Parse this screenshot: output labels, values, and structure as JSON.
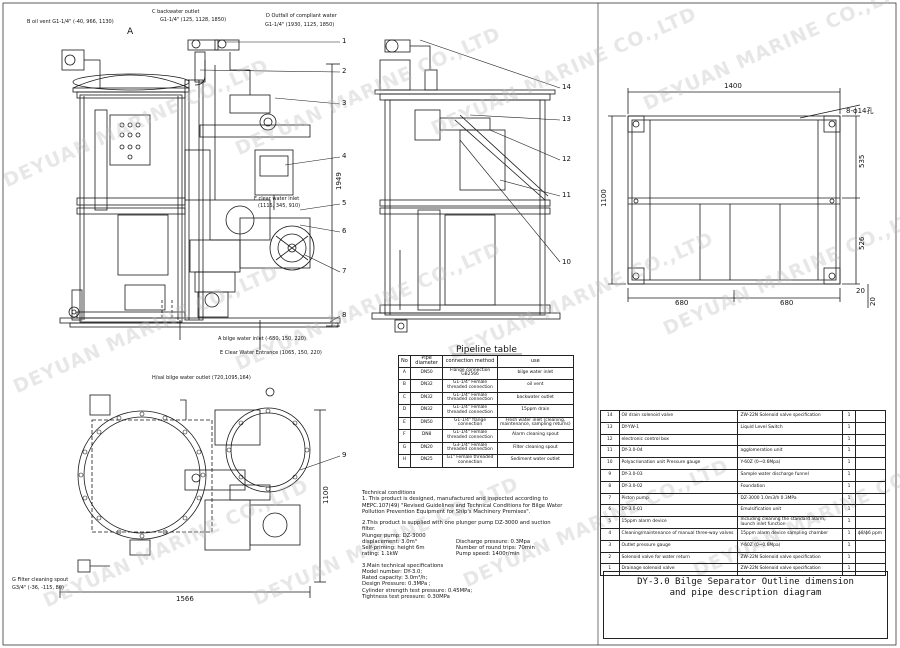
{
  "connections": {
    "b": "B oil vent G1-1/4\" (-40, 966, 1130)",
    "c_title": "C backwater outlet",
    "c_coord": "G1-1/4\" (125, 1128, 1850)",
    "d_title": "D Outfall of compliant water",
    "d_coord": "G1-1/4\" (1930, 1125, 1850)",
    "f": "F clear water inlet",
    "f_coord": "(1115, 345, 910)",
    "a": "A bilge water inlet (-680, 150, 220)",
    "e": "E Clear Water Entrance (1065, 150, 220)",
    "h": "H/sal bilge water outlet (720,1095,164)",
    "g_title": "G Filter cleaning spout",
    "g_coord": "G3/4\" (-36, -115, 80)"
  },
  "dimensions": {
    "height_front": "1949",
    "width_top": "1566",
    "depth_top": "1100",
    "base_width": "1400",
    "base_depth": "1100",
    "hole": "8-ϕ14孔",
    "upper": "535",
    "lower": "526",
    "left_half": "680",
    "right_half": "680",
    "base_h1": "20",
    "base_h2": "20"
  },
  "section_marker": "A",
  "callouts": [
    "1",
    "2",
    "3",
    "4",
    "5",
    "6",
    "7",
    "8",
    "9",
    "10",
    "11",
    "12",
    "13",
    "14"
  ],
  "pipeline_table": {
    "title": "Pipeline table",
    "headers": [
      "No",
      "Pipe diameter",
      "connection method",
      "use"
    ],
    "rows": [
      [
        "A",
        "DN50",
        "Flange connection GB2566",
        "bilge water inlet"
      ],
      [
        "B",
        "DN32",
        "G1-1/4\" Female threaded connection",
        "oil vent"
      ],
      [
        "C",
        "DN32",
        "G1-1/4\" Female threaded connection",
        "backwater outlet"
      ],
      [
        "D",
        "DN32",
        "G1-1/4\" Female threaded connection",
        "15ppm drain"
      ],
      [
        "E",
        "DN50",
        "G1-1/4\" flange connection",
        "Fresh water inlet (cleaning, maintenance, sampling returns)"
      ],
      [
        "F",
        "DN8",
        "G1-1/4\" Female threaded connection",
        "Alarm cleaning spout"
      ],
      [
        "G",
        "DN20",
        "G3-1/4\" Female threaded connection",
        "Filter cleaning spout"
      ],
      [
        "H",
        "DN25",
        "G1\" Female threaded connection",
        "Sediment water outlet"
      ]
    ]
  },
  "parts_table": {
    "rows": [
      {
        "no": "14",
        "name": "Oil drain solenoid valve",
        "spec": "ZW-22N Solenoid valve specification",
        "qty": "1",
        "remark": ""
      },
      {
        "no": "13",
        "name": "DY-YW-1",
        "spec": "Liquid Level Switch",
        "qty": "1",
        "remark": ""
      },
      {
        "no": "12",
        "name": "electronic control box",
        "spec": "",
        "qty": "1",
        "remark": ""
      },
      {
        "no": "11",
        "name": "DY-3.0-04",
        "spec": "agglomeration unit",
        "qty": "1",
        "remark": ""
      },
      {
        "no": "10",
        "name": "Polyacrionation unit Pressure gauge",
        "spec": "Y-60Z (0~0.6Mpa)",
        "qty": "1",
        "remark": ""
      },
      {
        "no": "9",
        "name": "DY-3.0-03",
        "spec": "Sample water discharge funnel",
        "qty": "1",
        "remark": ""
      },
      {
        "no": "8",
        "name": "DY-3.0-02",
        "spec": "Foundation",
        "qty": "1",
        "remark": ""
      },
      {
        "no": "7",
        "name": "Piston pump",
        "spec": "DZ-3000 1.0m3/h 0.3MPa",
        "qty": "1",
        "remark": ""
      },
      {
        "no": "6",
        "name": "DY-3.0-01",
        "spec": "Emulsification unit",
        "qty": "1",
        "remark": ""
      },
      {
        "no": "5",
        "name": "15ppm alarm device",
        "spec": "Including cleaning the standard alarm, launch inlet function",
        "qty": "1",
        "remark": ""
      },
      {
        "no": "4",
        "name": "Cleaning/maintenance of manual three-way valves",
        "spec": "15ppm alarm device sampling chamber",
        "qty": "1",
        "remark": "ϕ8/ϕ6 ppm"
      },
      {
        "no": "3",
        "name": "Outlet pressure gauge",
        "spec": "Y-60Z (0~0.6Mpa)",
        "qty": "1",
        "remark": ""
      },
      {
        "no": "2",
        "name": "Solenoid valve for water return",
        "spec": "ZW-22N Solenoid valve specification",
        "qty": "1",
        "remark": ""
      },
      {
        "no": "1",
        "name": "Drainage solenoid valve",
        "spec": "ZW-22N Solenoid valve specification",
        "qty": "1",
        "remark": ""
      }
    ]
  },
  "tech": {
    "h1": "Technical conditions",
    "l1": "1. This product is designed, manufactured and inspected according to",
    "l2": "MEPC.107(49) \"Revised Guidelines and Technical Conditions for Bilge Water",
    "l3": "Pollution Prevention Equipment for Ship's Machinery Premises\".",
    "l4": "2.This product is supplied with one plunger pump DZ-3000 and suction",
    "l5": "filter.",
    "l6": "Plunger pump: DZ-3000",
    "l7a": "displacement: 3.0m³",
    "l7b": "Discharge pressure: 0.3Mpa",
    "l8a": "Self-priming:  height 6m",
    "l8b": "Number of round trips: 70min",
    "l9a": "rating:  1.1kW",
    "l9b": "Pump speed: 1400r/min",
    "h2": "3.Main technical specifications",
    "s1": "Model number: DY-3.0;",
    "s2": "Rated capacity: 3.0m³/h;",
    "s3": "Design Pressure: 0.3MPa ;",
    "s4": "Cylinder strength test pressure: 0.45MPa;",
    "s5": "Tightness test pressure: 0.30MPa"
  },
  "title_block": {
    "line1": "DY-3.0 Bilge Separator Outline dimension",
    "line2": "and pipe description diagram"
  },
  "watermark": "DEYUAN MARINE CO.,LTD"
}
